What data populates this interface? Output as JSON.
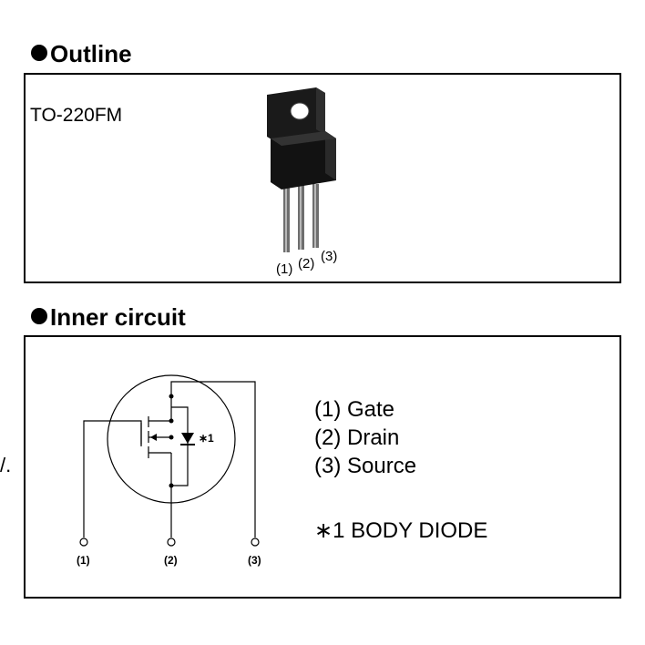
{
  "outline": {
    "heading": "Outline",
    "package_name": "TO-220FM",
    "pin_labels": [
      "(1)",
      "(2)",
      "(3)"
    ]
  },
  "inner_circuit": {
    "heading": "Inner circuit",
    "pin_labels": [
      "(1)",
      "(2)",
      "(3)"
    ],
    "diode_note_label": "∗1",
    "legend": {
      "gate": "(1) Gate",
      "drain": "(2) Drain",
      "source": "(3) Source",
      "body_diode": "∗1  BODY DIODE"
    }
  },
  "stray_text": "/."
}
